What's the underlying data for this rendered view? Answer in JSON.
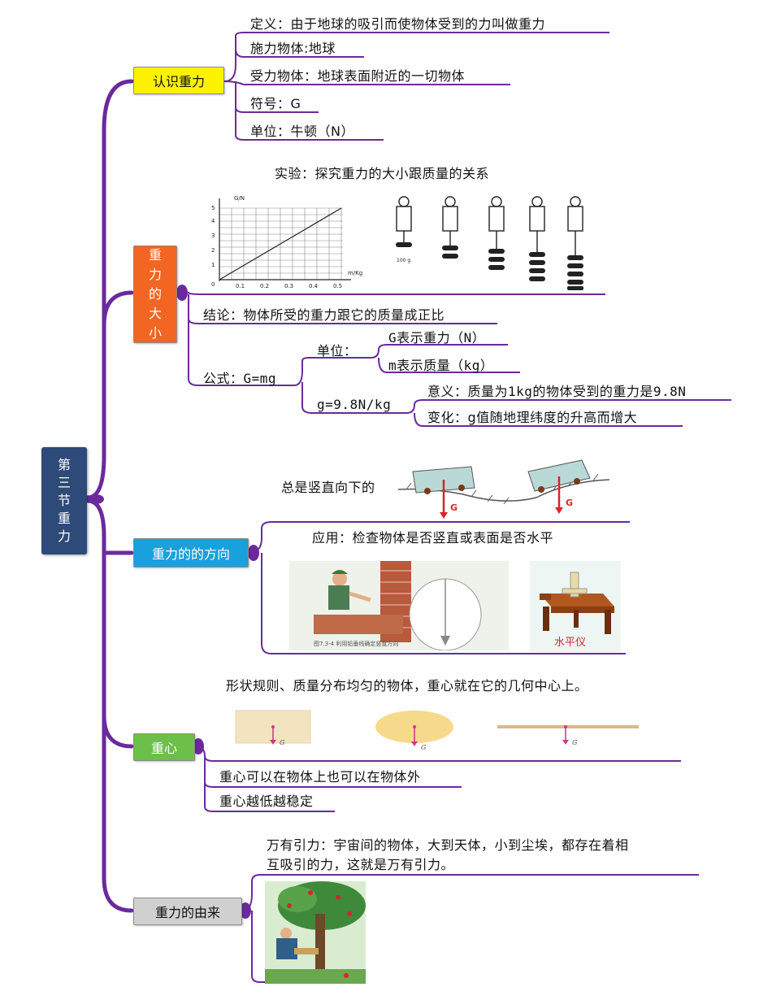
{
  "root": {
    "title_chars": [
      "第",
      "三",
      "节",
      "重",
      "力"
    ]
  },
  "colors": {
    "spine": "#6a2a9e",
    "root_bg": "#2e4a78",
    "b1_bg": "#fff200",
    "b2_bg": "#f26522",
    "b3_bg": "#1aa0dc",
    "b4_bg": "#6cc04a",
    "b5_bg": "#d0d0d0"
  },
  "branch1": {
    "label": "认识重力",
    "items": [
      "定义：由于地球的吸引而使物体受到的力叫做重力",
      "施力物体:地球",
      "受力物体：地球表面附近的一切物体",
      "符号：G",
      "单位：牛顿（N）"
    ]
  },
  "branch2": {
    "label_chars": [
      "重",
      "力",
      "的",
      "大",
      "小"
    ],
    "experiment": "实验：探究重力的大小跟质量的关系",
    "graph": {
      "ylabel": "G/N",
      "xlabel": "m/Kg",
      "yticks": [
        "0",
        "1",
        "2",
        "3",
        "4",
        "5"
      ],
      "xticks": [
        "0.1",
        "0.2",
        "0.3",
        "0.4",
        "0.5"
      ]
    },
    "weight_label": "100 g",
    "conclusion": "结论：物体所受的重力跟它的质量成正比",
    "formula": "公式：G=mg",
    "unit": "单位：",
    "unit_items": [
      "G表示重力（N）",
      "m表示质量（kg）"
    ],
    "g_value": "g=9.8N/kg",
    "g_items": [
      "意义：质量为1kg的物体受到的重力是9.8N",
      "变化：g值随地理纬度的升高而增大"
    ]
  },
  "branch3": {
    "label": "重力的的方向",
    "always": "总是竖直向下的",
    "force_label": "G",
    "application": "应用：检查物体是否竖直或表面是否水平",
    "caption": "图7.3-4  利用铅垂线确定竖直方向",
    "level_label": "水平仪"
  },
  "branch4": {
    "label": "重心",
    "desc": "形状规则、质量分布均匀的物体，重心就在它的几何中心上。",
    "force_label": "G",
    "items": [
      "重心可以在物体上也可以在物体外",
      "重心越低越稳定"
    ]
  },
  "branch5": {
    "label": "重力的由来",
    "desc_lines": [
      "万有引力：宇宙间的物体，大到天体，小到尘埃，都存在着相",
      "互吸引的力，这就是万有引力。"
    ]
  }
}
